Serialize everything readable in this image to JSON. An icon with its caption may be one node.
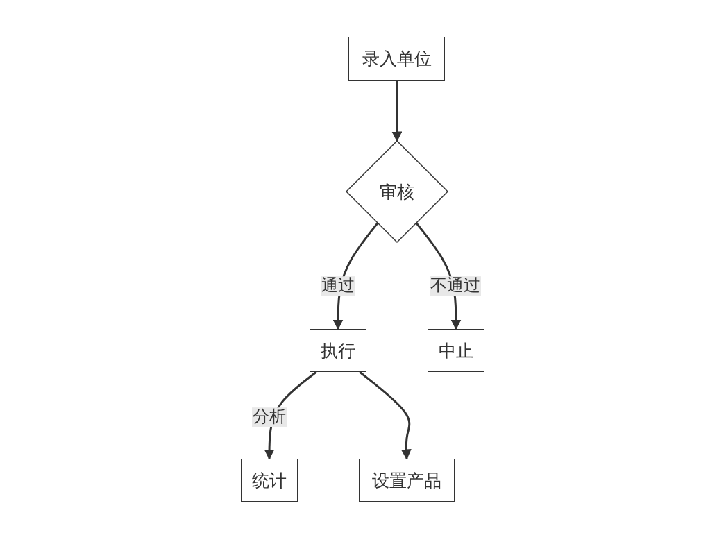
{
  "diagram": {
    "nodes": [
      {
        "text": [
          "录入单位"
        ]
      },
      {
        "text": [
          "审核"
        ]
      },
      {
        "text": [
          "执行"
        ]
      },
      {
        "text": [
          "中止"
        ]
      },
      {
        "text": [
          "统计"
        ]
      },
      {
        "text": [
          "设置产品"
        ]
      }
    ],
    "edges": [
      {
        "from": 0,
        "to": 1,
        "arrow": "to"
      },
      {
        "from": 1,
        "to": 2,
        "arrow": "to",
        "label": "通过"
      },
      {
        "from": 1,
        "to": 3,
        "arrow": "to",
        "label": "不通过"
      },
      {
        "from": 2,
        "to": 4,
        "arrow": "to",
        "label": "分析"
      },
      {
        "from": 2,
        "to": 5,
        "arrow": "to"
      }
    ]
  }
}
